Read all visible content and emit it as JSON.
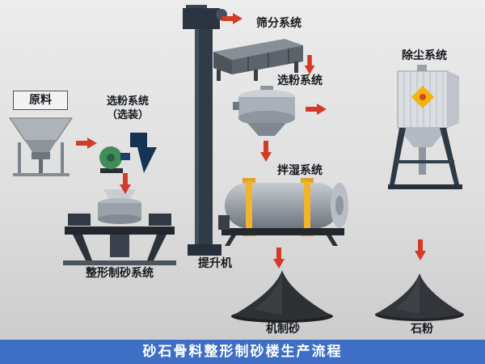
{
  "banner": {
    "title": "砂石骨料整形制砂楼生产流程"
  },
  "nodes": {
    "raw_material": {
      "label": "原料"
    },
    "optional_classifier": {
      "label": "选粉系统",
      "sublabel": "（选装）"
    },
    "screening": {
      "label": "筛分系统"
    },
    "classifier": {
      "label": "选粉系统"
    },
    "dust_removal": {
      "label": "除尘系统"
    },
    "shaping": {
      "label": "整形制砂系统"
    },
    "elevator": {
      "label": "提升机"
    },
    "wet_mixing": {
      "label": "拌湿系统"
    },
    "machine_sand": {
      "label": "机制砂"
    },
    "stone_powder": {
      "label": "石粉"
    }
  },
  "colors": {
    "arrow": "#d43b26",
    "banner_bg": "#3e6fc4",
    "banner_text": "#ffffff"
  }
}
